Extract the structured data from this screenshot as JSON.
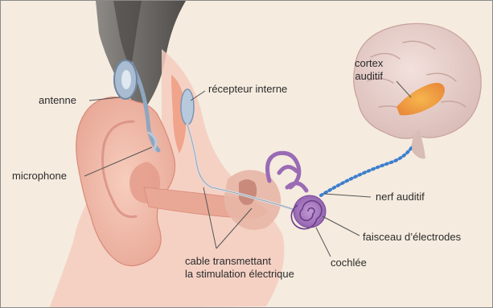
{
  "labels": {
    "cortex": [
      "cortex",
      "auditif"
    ],
    "antenne": "antenne",
    "recepteur": "récepteur interne",
    "microphone": "microphone",
    "nerf": "nerf auditif",
    "faisceau": "faisceau d’électrodes",
    "cochlee": "cochlée",
    "cable": [
      "cable transmettant",
      "la stimulation électrique"
    ]
  },
  "colors": {
    "background": "#f5ebdf",
    "skin": "#f2c3b3",
    "skin_shadow": "#e39c8d",
    "hair": "#6d6a66",
    "device": "#9fb4cc",
    "brain": "#e6ccc7",
    "cortex_highlight": "#f0a43c",
    "nerve_dots": "#3d7fce",
    "cochlea": "#9a6bb5",
    "leader_lines": "#555555"
  }
}
